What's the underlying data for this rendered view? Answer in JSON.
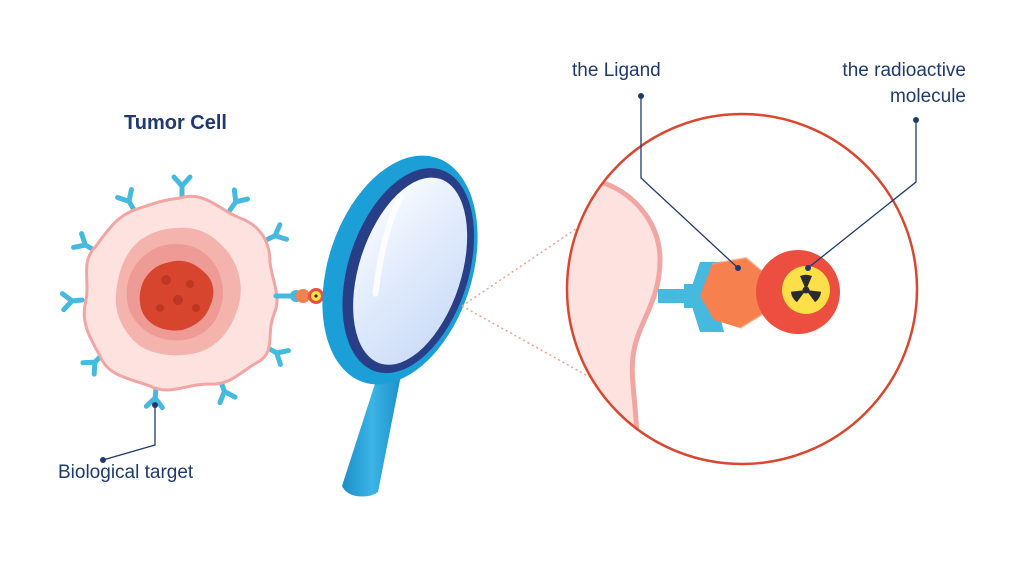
{
  "diagram": {
    "title": "Tumor Cell",
    "labels": {
      "biological_target": "Biological target",
      "ligand": "the Ligand",
      "radioactive_line1": "the radioactive",
      "radioactive_line2": "molecule"
    },
    "colors": {
      "text": "#1f3a6e",
      "receptor": "#45b9de",
      "cell_outer": "#fde2e0",
      "cell_outline": "#f1a6a3",
      "cell_mid": "#f5b3ad",
      "cell_inner": "#ee9a95",
      "nucleus": "#d7452f",
      "ligand": "#f7804f",
      "radio_sphere": "#ec4f3f",
      "radio_core": "#fde047",
      "lens_frame": "#1c9fd6",
      "lens_rim": "#283e86",
      "lens_glass": "#dbe8fb",
      "zoom_circle": "#d9472f"
    },
    "icons": [
      "radioactive-trefoil-icon",
      "magnifying-glass-icon",
      "y-shaped-receptor-icon"
    ]
  }
}
